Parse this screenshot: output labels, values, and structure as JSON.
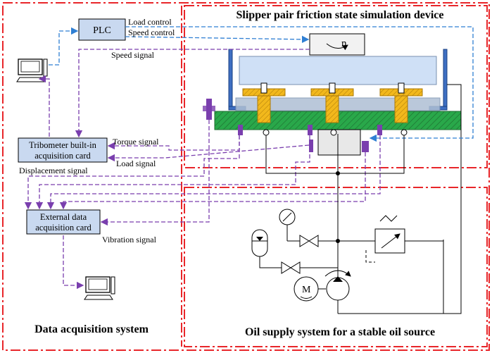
{
  "titles": {
    "device": "Slipper pair friction state simulation device",
    "daq": "Data acquisition system",
    "oil": "Oil supply system for a stable oil source"
  },
  "boxes": {
    "plc": "PLC",
    "tribometer_line1": "Tribometer built-in",
    "tribometer_line2": "acquisition card",
    "external_line1": "External data",
    "external_line2": "acquisition card",
    "motor_symbol": "n"
  },
  "signals": {
    "load_control": "Load control",
    "speed_control": "Speed control",
    "speed_signal": "Speed signal",
    "torque_signal": "Torque signal",
    "load_signal": "Load signal",
    "displacement_signal": "Displacement signal",
    "vibration_signal": "Vibration signal"
  },
  "hydraulic": {
    "motor_label": "M"
  },
  "colors": {
    "frame_red": "#e8262a",
    "control_blue": "#2f7fd3",
    "signal_purple": "#7a3fae",
    "box_fill": "#c9d9f0",
    "green_plate": "#29a84a",
    "yellow_part": "#f2b81c",
    "housing_blue": "#3e6fc2"
  },
  "icons": [
    "computer-icon",
    "computer-icon",
    "pressure-gauge-icon",
    "accumulator-icon",
    "valve-icon",
    "motor-icon",
    "pump-icon",
    "relief-valve-icon"
  ]
}
